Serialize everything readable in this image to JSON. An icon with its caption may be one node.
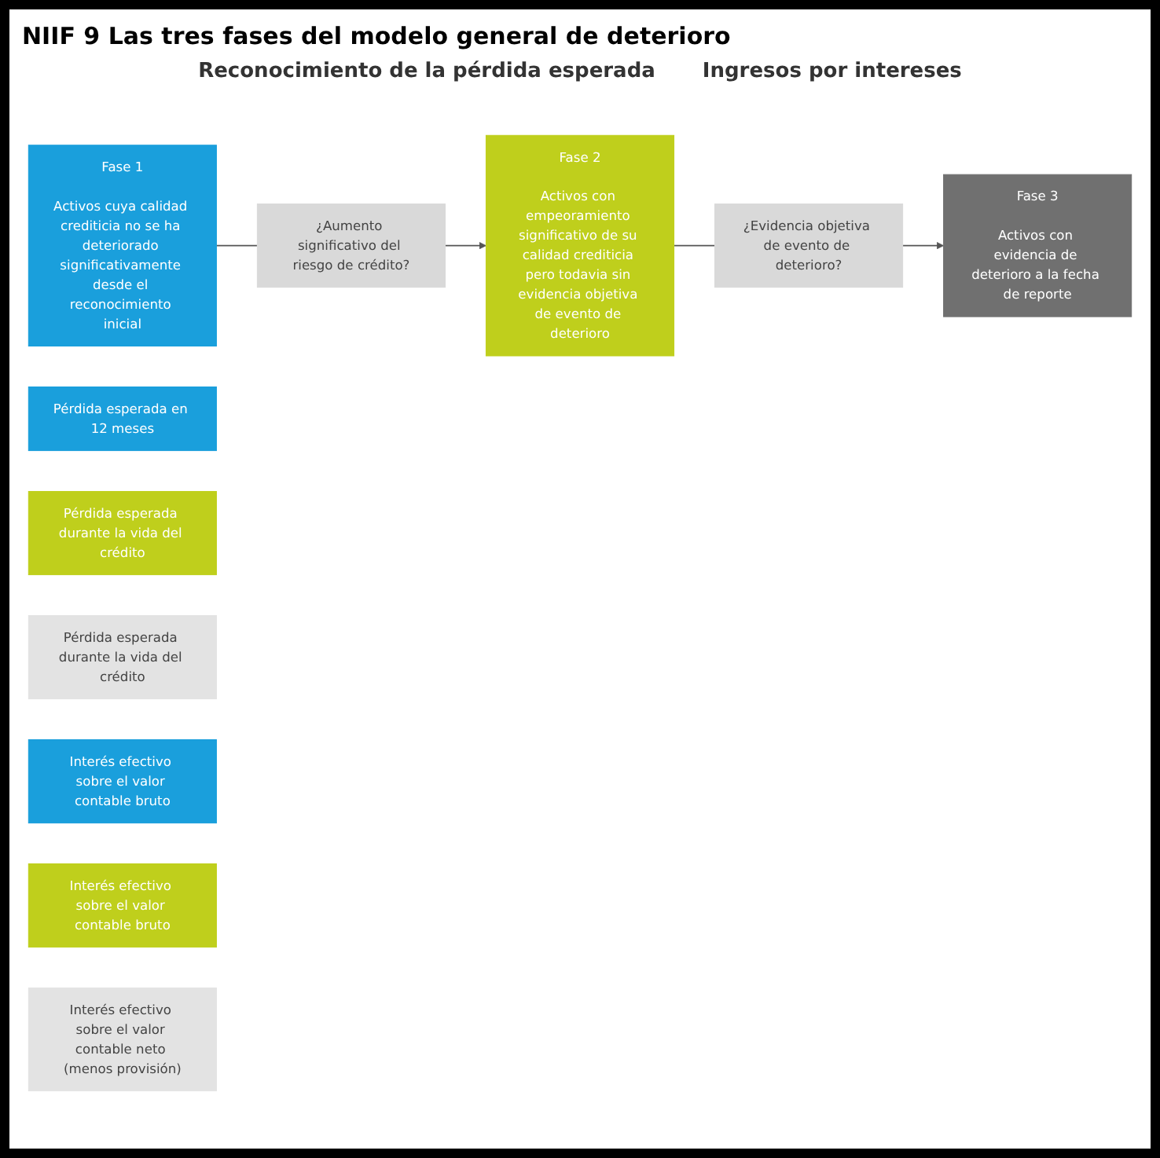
{
  "diagram": {
    "title": "NIIF 9 Las tres fases del modelo general de deterioro",
    "nodes": [
      {
        "text": [
          "¿Aumento significativo del riesgo de crédito?"
        ]
      },
      {
        "text": [
          "¿Evidencia objetiva de evento de deterioro?"
        ]
      },
      {
        "text": [
          "Fase 1",
          "Activos cuya calidad crediticia no se ha deteriorado significativamente desde el reconocimiento inicial"
        ]
      },
      {
        "text": [
          "Fase 2",
          "Activos con empeoramiento significativo de su calidad crediticia pero todavia sin evidencia objetiva de evento de deterioro"
        ]
      },
      {
        "text": [
          "Fase 3",
          "Activos con evidencia de deterioro a la fecha de reporte"
        ]
      },
      {
        "text": [
          "Pérdida esperada en 12 meses"
        ]
      },
      {
        "text": [
          "Pérdida esperada durante la vida del crédito"
        ]
      },
      {
        "text": [
          "Pérdida esperada durante la vida del crédito"
        ]
      },
      {
        "text": [
          "Interés efectivo sobre el valor contable bruto"
        ]
      },
      {
        "text": [
          "Interés efectivo sobre el valor contable bruto"
        ]
      },
      {
        "text": [
          "Interés efectivo sobre el valor contable neto (menos provisión)"
        ]
      }
    ],
    "edges": [
      {
        "from": 2,
        "to": 0,
        "arrow": "none"
      },
      {
        "from": 0,
        "to": 3,
        "arrow": "to"
      },
      {
        "from": 3,
        "to": 1,
        "arrow": "none"
      },
      {
        "from": 1,
        "to": 4,
        "arrow": "to"
      }
    ],
    "labels": [
      "Reconocimiento de la pérdida esperada",
      "Ingresos por intereses"
    ]
  }
}
